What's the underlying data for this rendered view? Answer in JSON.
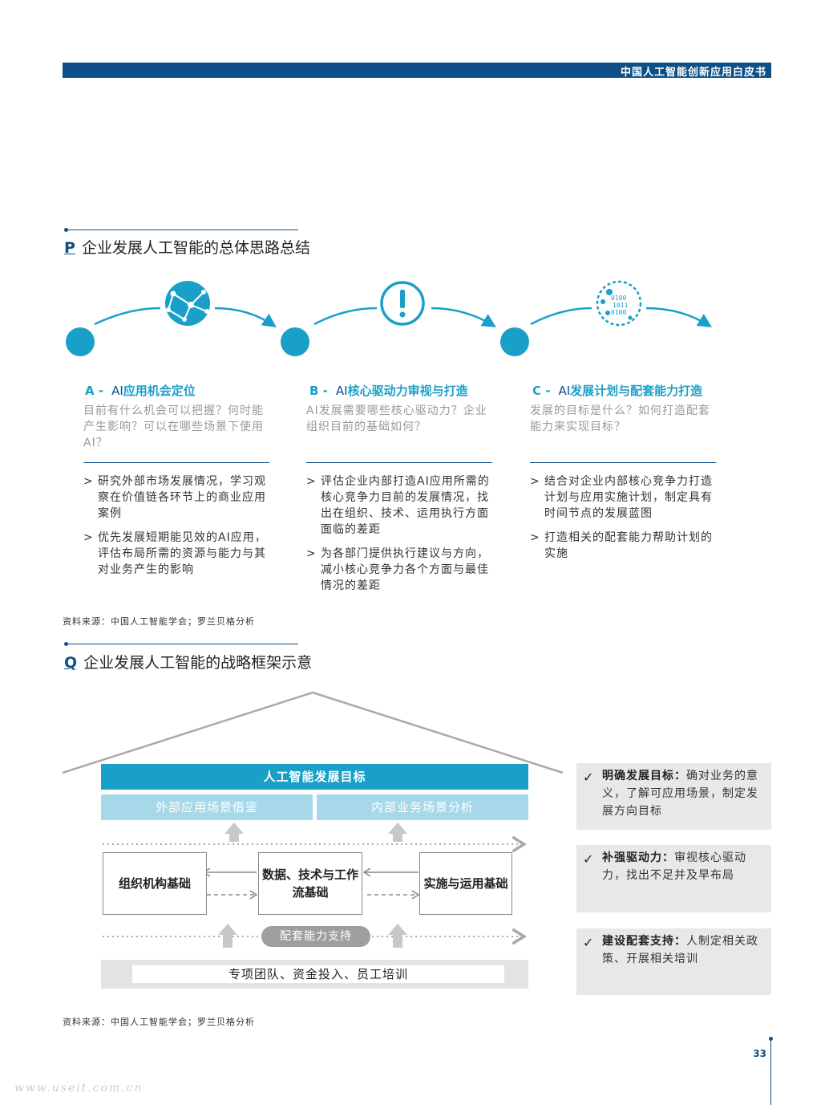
{
  "header": {
    "title": "中国人工智能创新应用白皮书"
  },
  "section_p": {
    "letter": "P",
    "title": "企业发展人工智能的总体思路总结",
    "columns": [
      {
        "letter": "A -",
        "ai": "AI",
        "heading": "应用机会定位",
        "question": "目前有什么机会可以把握？何时能产生影响？可以在哪些场景下使用AI？",
        "bullets": [
          "研究外部市场发展情况，学习观察在价值链各环节上的商业应用案例",
          "优先发展短期能见效的AI应用，评估布局所需的资源与能力与其对业务产生的影响"
        ]
      },
      {
        "letter": "B -",
        "ai": "AI",
        "heading": "核心驱动力审视与打造",
        "question": "AI发展需要哪些核心驱动力？企业组织目前的基础如何？",
        "bullets": [
          "评估企业内部打造AI应用所需的核心竞争力目前的发展情况，找出在组织、技术、运用执行方面面临的差距",
          "为各部门提供执行建议与方向，减小核心竞争力各个方面与最佳情况的差距"
        ]
      },
      {
        "letter": "C -",
        "ai": "AI",
        "heading": "发展计划与配套能力打造",
        "question": "发展的目标是什么？如何打造配套能力来实现目标？",
        "bullets": [
          "结合对企业内部核心竞争力打造计划与应用实施计划，制定具有时间节点的发展蓝图",
          "打造相关的配套能力帮助计划的实施"
        ]
      }
    ],
    "icons": {
      "a": "network-globe-icon",
      "b": "exclamation-icon",
      "c": "binary-data-icon"
    },
    "source": "资料来源：中国人工智能学会；罗兰贝格分析"
  },
  "section_q": {
    "letter": "Q",
    "title": "企业发展人工智能的战略框架示意",
    "goal": "人工智能发展目标",
    "external": "外部应用场景借鉴",
    "internal": "内部业务场景分析",
    "box_org": "组织机构基础",
    "box_data": "数据、技术与工作流基础",
    "box_impl": "实施与运用基础",
    "support": "配套能力支持",
    "base": "专项团队、资金投入、员工培训",
    "side": [
      {
        "bold": "明确发展目标：",
        "text": "确对业务的意义，了解可应用场景，制定发展方向目标"
      },
      {
        "bold": "补强驱动力：",
        "text": "审视核心驱动力，找出不足并及早布局"
      },
      {
        "bold": "建设配套支持：",
        "text": "人制定相关政策、开展相关培训"
      }
    ],
    "source": "资料来源：中国人工智能学会；罗兰贝格分析"
  },
  "page_number": "33",
  "watermark": "www.useit.com.cn",
  "colors": {
    "navy": "#0d4f86",
    "accent": "#1aa0c8",
    "light_accent": "#a6d8ea"
  }
}
